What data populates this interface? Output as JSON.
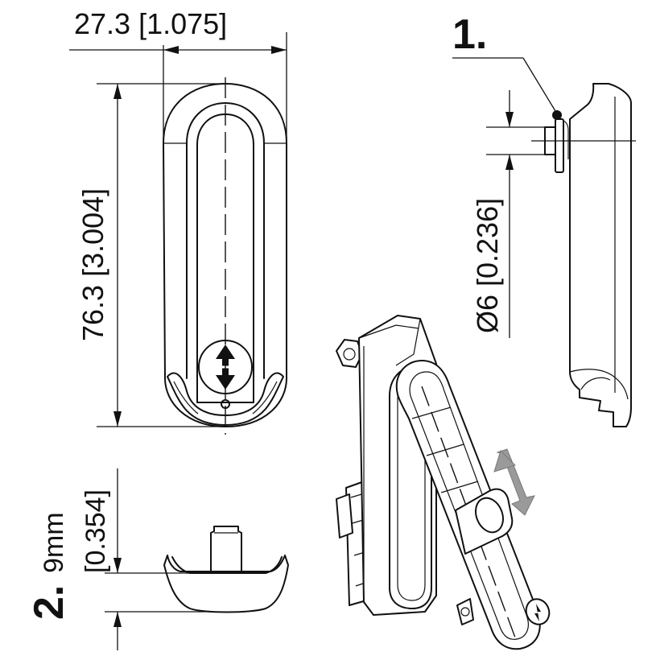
{
  "dimensions": {
    "width": "27.3 [1.075]",
    "height": "76.3 [3.004]",
    "diameter": "Ø6 [0.236]",
    "depth_mm": "9mm",
    "depth_in": "[0.354]"
  },
  "callouts": {
    "callout_1": "1.",
    "callout_2": "2."
  },
  "colors": {
    "line": "#111111",
    "motion_arrow": "#9a9a9a"
  }
}
